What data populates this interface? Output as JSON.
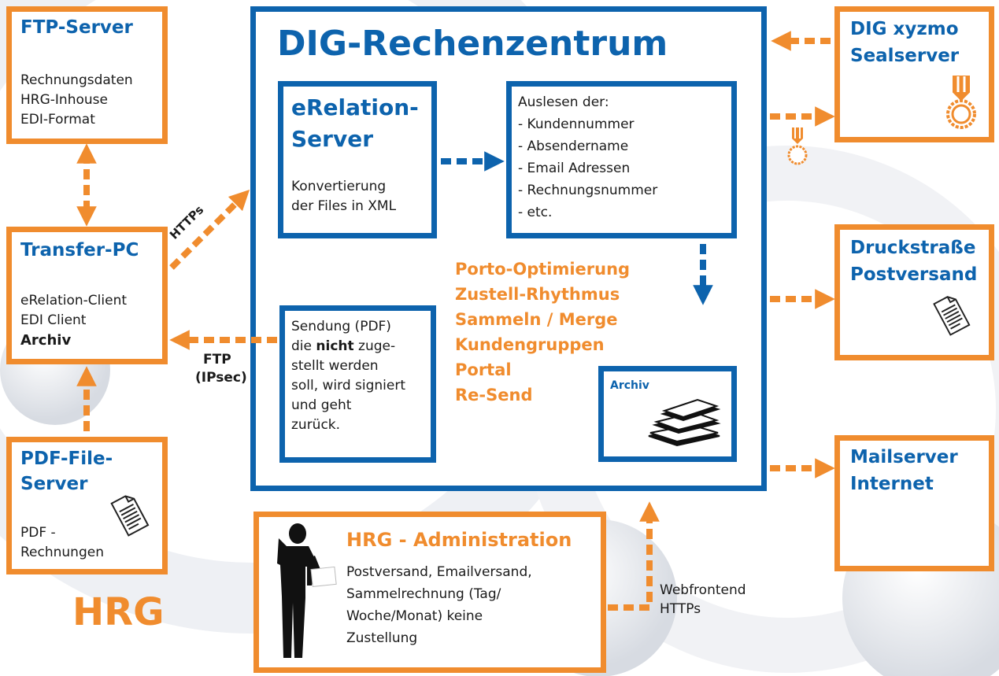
{
  "ftp_server": {
    "title": "FTP-Server",
    "lines": [
      "Rechnungsdaten",
      "HRG-Inhouse",
      "EDI-Format"
    ]
  },
  "transfer_pc": {
    "title": "Transfer-PC",
    "lines": [
      "eRelation-Client",
      "EDI Client"
    ],
    "bold_line": "Archiv"
  },
  "pdf_file_server": {
    "title_lines": [
      "PDF-File-",
      "Server"
    ],
    "lines": [
      "PDF -",
      "Rechnungen"
    ],
    "icon": "document-icon"
  },
  "hrg_label": "HRG",
  "rechenzentrum": {
    "title": "DIG-Rechenzentrum"
  },
  "erelation_server": {
    "title_lines": [
      "eRelation-",
      "Server"
    ],
    "lines": [
      "Konvertierung",
      "der Files in XML"
    ]
  },
  "auslesen": {
    "lines": [
      "Auslesen der:",
      "- Kundennummer",
      "- Absendername",
      "- Email Adressen",
      "- Rechnungsnummer",
      "- etc."
    ]
  },
  "features": [
    "Porto-Optimierung",
    "Zustell-Rhythmus",
    "Sammeln / Merge",
    "Kundengruppen",
    "Portal",
    "Re-Send"
  ],
  "sendung": {
    "line1": "Sendung (PDF)",
    "line2_pre": "die ",
    "line2_bold": "nicht",
    "line2_post": " zuge-",
    "lines_rest": [
      "stellt werden",
      "soll, wird signiert",
      "und geht",
      "zurück."
    ]
  },
  "archiv_box": {
    "label": "Archiv",
    "icon": "books-icon"
  },
  "dig_xyzmo": {
    "title_lines": [
      "DIG xyzmo",
      "Sealserver"
    ],
    "icon": "seal-medal-icon"
  },
  "druckstrasse": {
    "title_lines": [
      "Druckstraße",
      "Postversand"
    ],
    "icon": "document-icon"
  },
  "mailserver": {
    "title_lines": [
      "Mailserver",
      "Internet"
    ]
  },
  "hrg_admin": {
    "title": "HRG - Administration",
    "lines": [
      "Postversand, Emailversand,",
      "Sammelrechnung (Tag/",
      "Woche/Monat) keine",
      "Zustellung"
    ],
    "icon": "businessman-silhouette-icon"
  },
  "connection_labels": {
    "https": "HTTPs",
    "ftp_line1": "FTP",
    "ftp_line2": "(IPsec)",
    "webfrontend_line1": "Webfrontend",
    "webfrontend_line2": "HTTPs"
  },
  "colors": {
    "orange": "#f08c2e",
    "blue": "#0d63ad",
    "text": "#1a1a1a"
  }
}
